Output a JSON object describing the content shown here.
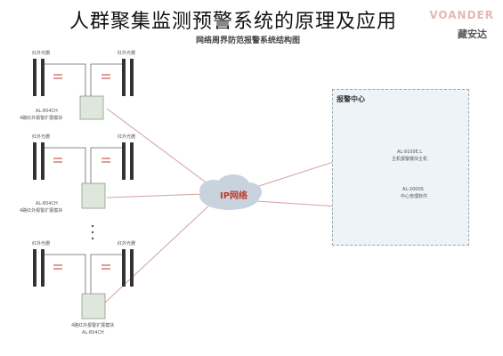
{
  "title": "人群聚集监测预警系统的原理及应用",
  "brand": {
    "name": "VOANDER",
    "sub": "藏安达"
  },
  "diagram_title": "网络周界防范报警系统结构图",
  "sensor_label": "红外光栅",
  "controller_model": "AL-804CH",
  "controller_desc": "4路红外报警扩展模块",
  "network_label": "IP网络",
  "center": {
    "title": "报警中心",
    "host_model": "AL-9100E.L",
    "host_desc": "主机报警模块主机",
    "software_model": "AL-2000S",
    "software_desc": "中心管理软件"
  },
  "colors": {
    "sensor_red": "#c0392b",
    "line": "#d9a5a5",
    "cloud": "#c9d3dd",
    "box": "#dfe6dc"
  }
}
